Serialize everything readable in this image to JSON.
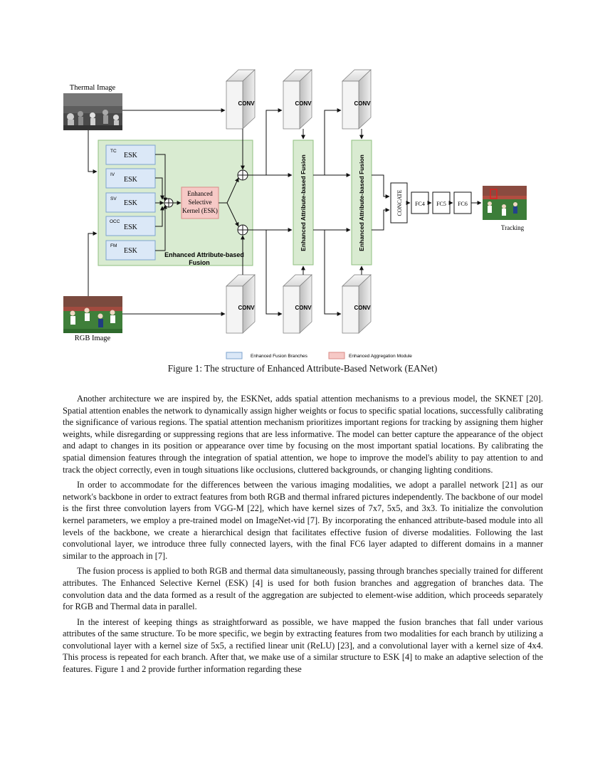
{
  "figure": {
    "thermal_label": "Thermal Image",
    "rgb_label": "RGB Image",
    "tracking_label": "Tracking",
    "conv_label": "CONV",
    "esk_label": "ESK",
    "branch_tags": [
      "TC",
      "IV",
      "SV",
      "OCC",
      "FM"
    ],
    "aggregation_box": [
      "Enhanced",
      "Selective",
      "Kernel (ESK)"
    ],
    "fusion_container_label": [
      "Enhanced Attribute-based",
      "Fusion"
    ],
    "vertical_fusion_label": "Enhanced Attribute-based Fusion",
    "concate_label": "CONCATE",
    "fc_labels": [
      "FC4",
      "FC5",
      "FC6"
    ],
    "legend": {
      "branches": "Enhanced Fusion Branches",
      "aggregation": "Enhanced Aggregation Module"
    },
    "colors": {
      "branch_fill": "#dbe8f7",
      "branch_stroke": "#7da3cf",
      "aggregation_fill": "#f6c9c6",
      "aggregation_stroke": "#d98a86",
      "fusion_fill": "#d9ebd1",
      "fusion_stroke": "#8fbf7f"
    }
  },
  "caption": "Figure 1: The structure of Enhanced Attribute-Based Network (EANet)",
  "paragraphs": [
    "Another architecture we are inspired by, the ESKNet, adds spatial attention mechanisms to a previous model, the SKNET [20]. Spatial attention enables the network to dynamically assign higher weights or focus to specific spatial locations, successfully calibrating the significance of various regions. The spatial attention mechanism prioritizes important regions for tracking by assigning them higher weights, while disregarding or suppressing regions that are less informative. The model can better capture the appearance of the object and adapt to changes in its position or appearance over time by focusing on the most important spatial locations. By calibrating the spatial dimension features through the integration of spatial attention, we hope to improve the model's ability to pay attention to and track the object correctly, even in tough situations like occlusions, cluttered backgrounds, or changing lighting conditions.",
    "In order to accommodate for the differences between the various imaging modalities, we adopt a parallel network [21] as our network's backbone in order to extract features from both RGB and thermal infrared pictures independently. The backbone of our model is the first three convolution layers from VGG-M [22], which have kernel sizes of 7x7, 5x5, and 3x3. To initialize the convolution kernel parameters, we employ a pre-trained model on ImageNet-vid [7]. By incorporating the enhanced attribute-based module into all levels of the backbone, we create a hierarchical design that facilitates effective fusion of diverse modalities. Following the last convolutional layer, we introduce three fully connected layers, with the final FC6 layer adapted to different domains in a manner similar to the approach in [7].",
    "The fusion process is applied to both RGB and thermal data simultaneously, passing through branches specially trained for different attributes. The Enhanced Selective Kernel (ESK) [4] is used for both fusion branches and aggregation of branches data. The convolution data and the data formed as a result of the aggregation are subjected to element-wise addition, which proceeds separately for RGB and Thermal data in parallel.",
    "In the interest of keeping things as straightforward as possible, we have mapped the fusion branches that fall under various attributes of the same structure. To be more specific, we begin by extracting features from two modalities for each branch by utilizing a convolutional layer with a kernel size of 5x5, a rectified linear unit (ReLU) [23], and a convolutional layer with a kernel size of 4x4. This process is repeated for each branch. After that, we make use of a similar structure to ESK [4] to make an adaptive selection of the features. Figure 1 and 2 provide further information regarding these"
  ]
}
